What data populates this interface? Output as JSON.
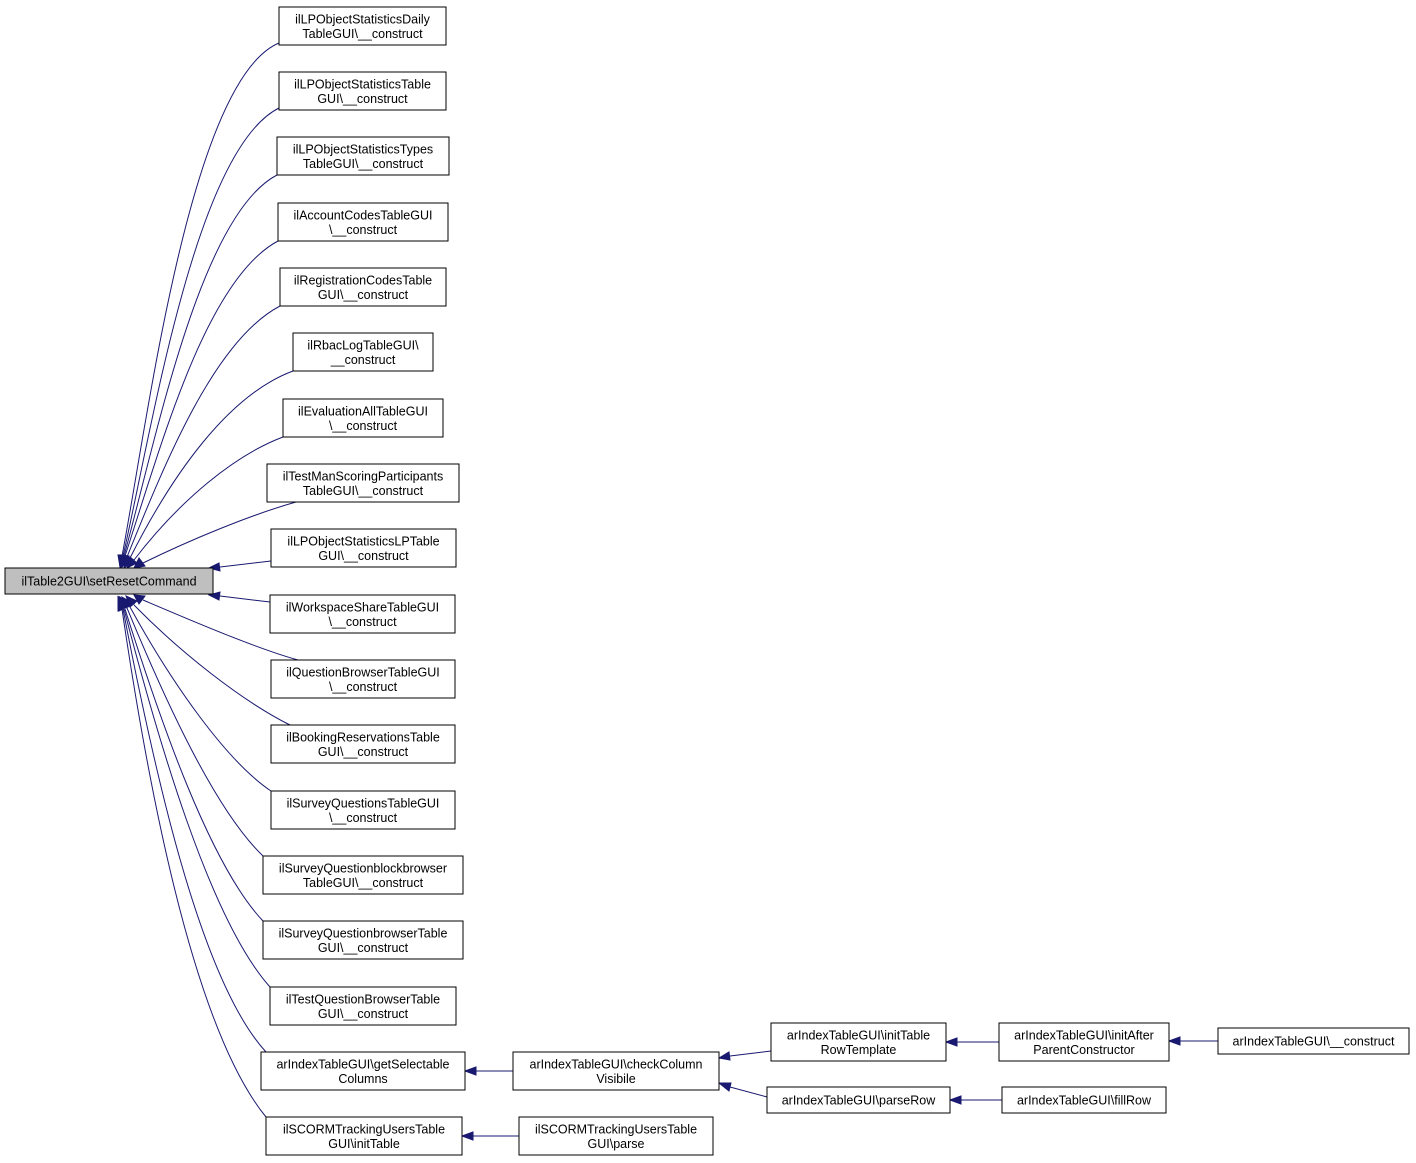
{
  "diagram": {
    "edge_color": "#191970",
    "root_fill": "#bfbfbf",
    "nodes": {
      "root": {
        "lines": [
          "ilTable2GUI\\setResetCommand"
        ]
      },
      "n1": {
        "lines": [
          "ilLPObjectStatisticsDaily",
          "TableGUI\\__construct"
        ]
      },
      "n2": {
        "lines": [
          "ilLPObjectStatisticsTable",
          "GUI\\__construct"
        ]
      },
      "n3": {
        "lines": [
          "ilLPObjectStatisticsTypes",
          "TableGUI\\__construct"
        ]
      },
      "n4": {
        "lines": [
          "ilAccountCodesTableGUI",
          "\\__construct"
        ]
      },
      "n5": {
        "lines": [
          "ilRegistrationCodesTable",
          "GUI\\__construct"
        ]
      },
      "n6": {
        "lines": [
          "ilRbacLogTableGUI\\",
          "__construct"
        ]
      },
      "n7": {
        "lines": [
          "ilEvaluationAllTableGUI",
          "\\__construct"
        ]
      },
      "n8": {
        "lines": [
          "ilTestManScoringParticipants",
          "TableGUI\\__construct"
        ]
      },
      "n9": {
        "lines": [
          "ilLPObjectStatisticsLPTable",
          "GUI\\__construct"
        ]
      },
      "n10": {
        "lines": [
          "ilWorkspaceShareTableGUI",
          "\\__construct"
        ]
      },
      "n11": {
        "lines": [
          "ilQuestionBrowserTableGUI",
          "\\__construct"
        ]
      },
      "n12": {
        "lines": [
          "ilBookingReservationsTable",
          "GUI\\__construct"
        ]
      },
      "n13": {
        "lines": [
          "ilSurveyQuestionsTableGUI",
          "\\__construct"
        ]
      },
      "n14": {
        "lines": [
          "ilSurveyQuestionblockbrowser",
          "TableGUI\\__construct"
        ]
      },
      "n15": {
        "lines": [
          "ilSurveyQuestionbrowserTable",
          "GUI\\__construct"
        ]
      },
      "n16": {
        "lines": [
          "ilTestQuestionBrowserTable",
          "GUI\\__construct"
        ]
      },
      "n17": {
        "lines": [
          "arIndexTableGUI\\getSelectable",
          "Columns"
        ]
      },
      "n18": {
        "lines": [
          "ilSCORMTrackingUsersTable",
          "GUI\\initTable"
        ]
      },
      "n19": {
        "lines": [
          "arIndexTableGUI\\checkColumn",
          "Visibile"
        ]
      },
      "n20": {
        "lines": [
          "ilSCORMTrackingUsersTable",
          "GUI\\parse"
        ]
      },
      "n21": {
        "lines": [
          "arIndexTableGUI\\initTable",
          "RowTemplate"
        ]
      },
      "n22": {
        "lines": [
          "arIndexTableGUI\\parseRow"
        ]
      },
      "n23": {
        "lines": [
          "arIndexTableGUI\\initAfter",
          "ParentConstructor"
        ]
      },
      "n24": {
        "lines": [
          "arIndexTableGUI\\fillRow"
        ]
      },
      "n25": {
        "lines": [
          "arIndexTableGUI\\__construct"
        ]
      }
    },
    "edges": [
      {
        "from": "n1",
        "to": "root"
      },
      {
        "from": "n2",
        "to": "root"
      },
      {
        "from": "n3",
        "to": "root"
      },
      {
        "from": "n4",
        "to": "root"
      },
      {
        "from": "n5",
        "to": "root"
      },
      {
        "from": "n6",
        "to": "root"
      },
      {
        "from": "n7",
        "to": "root"
      },
      {
        "from": "n8",
        "to": "root"
      },
      {
        "from": "n9",
        "to": "root"
      },
      {
        "from": "n10",
        "to": "root"
      },
      {
        "from": "n11",
        "to": "root"
      },
      {
        "from": "n12",
        "to": "root"
      },
      {
        "from": "n13",
        "to": "root"
      },
      {
        "from": "n14",
        "to": "root"
      },
      {
        "from": "n15",
        "to": "root"
      },
      {
        "from": "n16",
        "to": "root"
      },
      {
        "from": "n17",
        "to": "root"
      },
      {
        "from": "n18",
        "to": "root"
      },
      {
        "from": "n19",
        "to": "n17"
      },
      {
        "from": "n20",
        "to": "n18"
      },
      {
        "from": "n21",
        "to": "n19"
      },
      {
        "from": "n22",
        "to": "n19"
      },
      {
        "from": "n23",
        "to": "n21"
      },
      {
        "from": "n24",
        "to": "n22"
      },
      {
        "from": "n25",
        "to": "n23"
      }
    ]
  }
}
